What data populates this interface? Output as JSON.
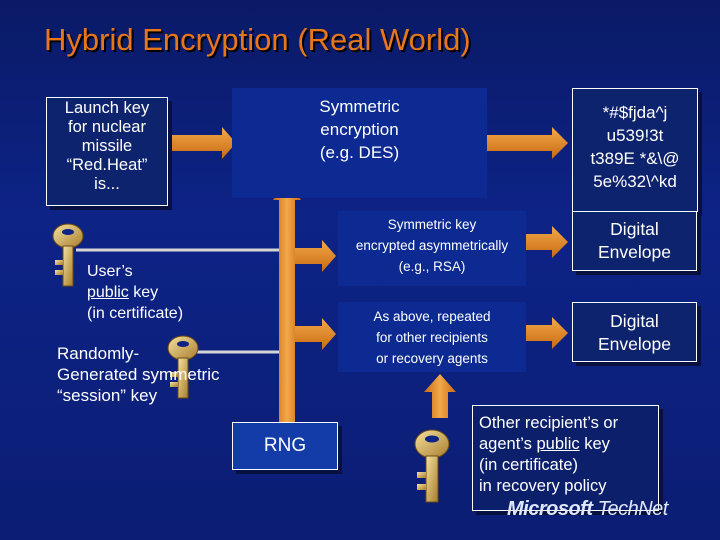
{
  "title": "Hybrid Encryption (Real World)",
  "launch_key_box": [
    "Launch key",
    "for nuclear",
    "missile",
    "“Red.Heat”",
    "is..."
  ],
  "symmetric_box": [
    "Symmetric",
    "encryption",
    "(e.g. DES)"
  ],
  "ciphertext_box": [
    "*#$fjda^j",
    "u539!3t",
    "t389E *&\\@",
    "5e%32\\^kd"
  ],
  "symkey_rsa_box": [
    "Symmetric key",
    "encrypted asymmetrically",
    "(e.g., RSA)"
  ],
  "digital_envelope_1": [
    "Digital",
    "Envelope"
  ],
  "as_above_box": [
    "As above, repeated",
    "for other recipients",
    "or recovery agents"
  ],
  "digital_envelope_2": [
    "Digital",
    "Envelope"
  ],
  "user_public_key": {
    "line1": "User’s",
    "public": "public",
    "key": " key",
    "line3": "(in certificate)"
  },
  "session_key": [
    "Randomly-",
    "Generated symmetric",
    "“session” key"
  ],
  "rng_label": "RNG",
  "other_recipient": {
    "line1": "Other recipient’s or",
    "agent": "agent’s ",
    "public": "public",
    "key": " key",
    "line3": "(in certificate)",
    "line4": "in recovery policy"
  },
  "logo": {
    "microsoft": "Microsoft",
    "technet": "TechNet"
  },
  "colors": {
    "background": "#0d2386",
    "title": "#e8761a",
    "arrow": "#e08a1e",
    "key": "#c8a24a"
  },
  "icons": [
    "key-icon",
    "arrow-right",
    "arrow-up"
  ]
}
